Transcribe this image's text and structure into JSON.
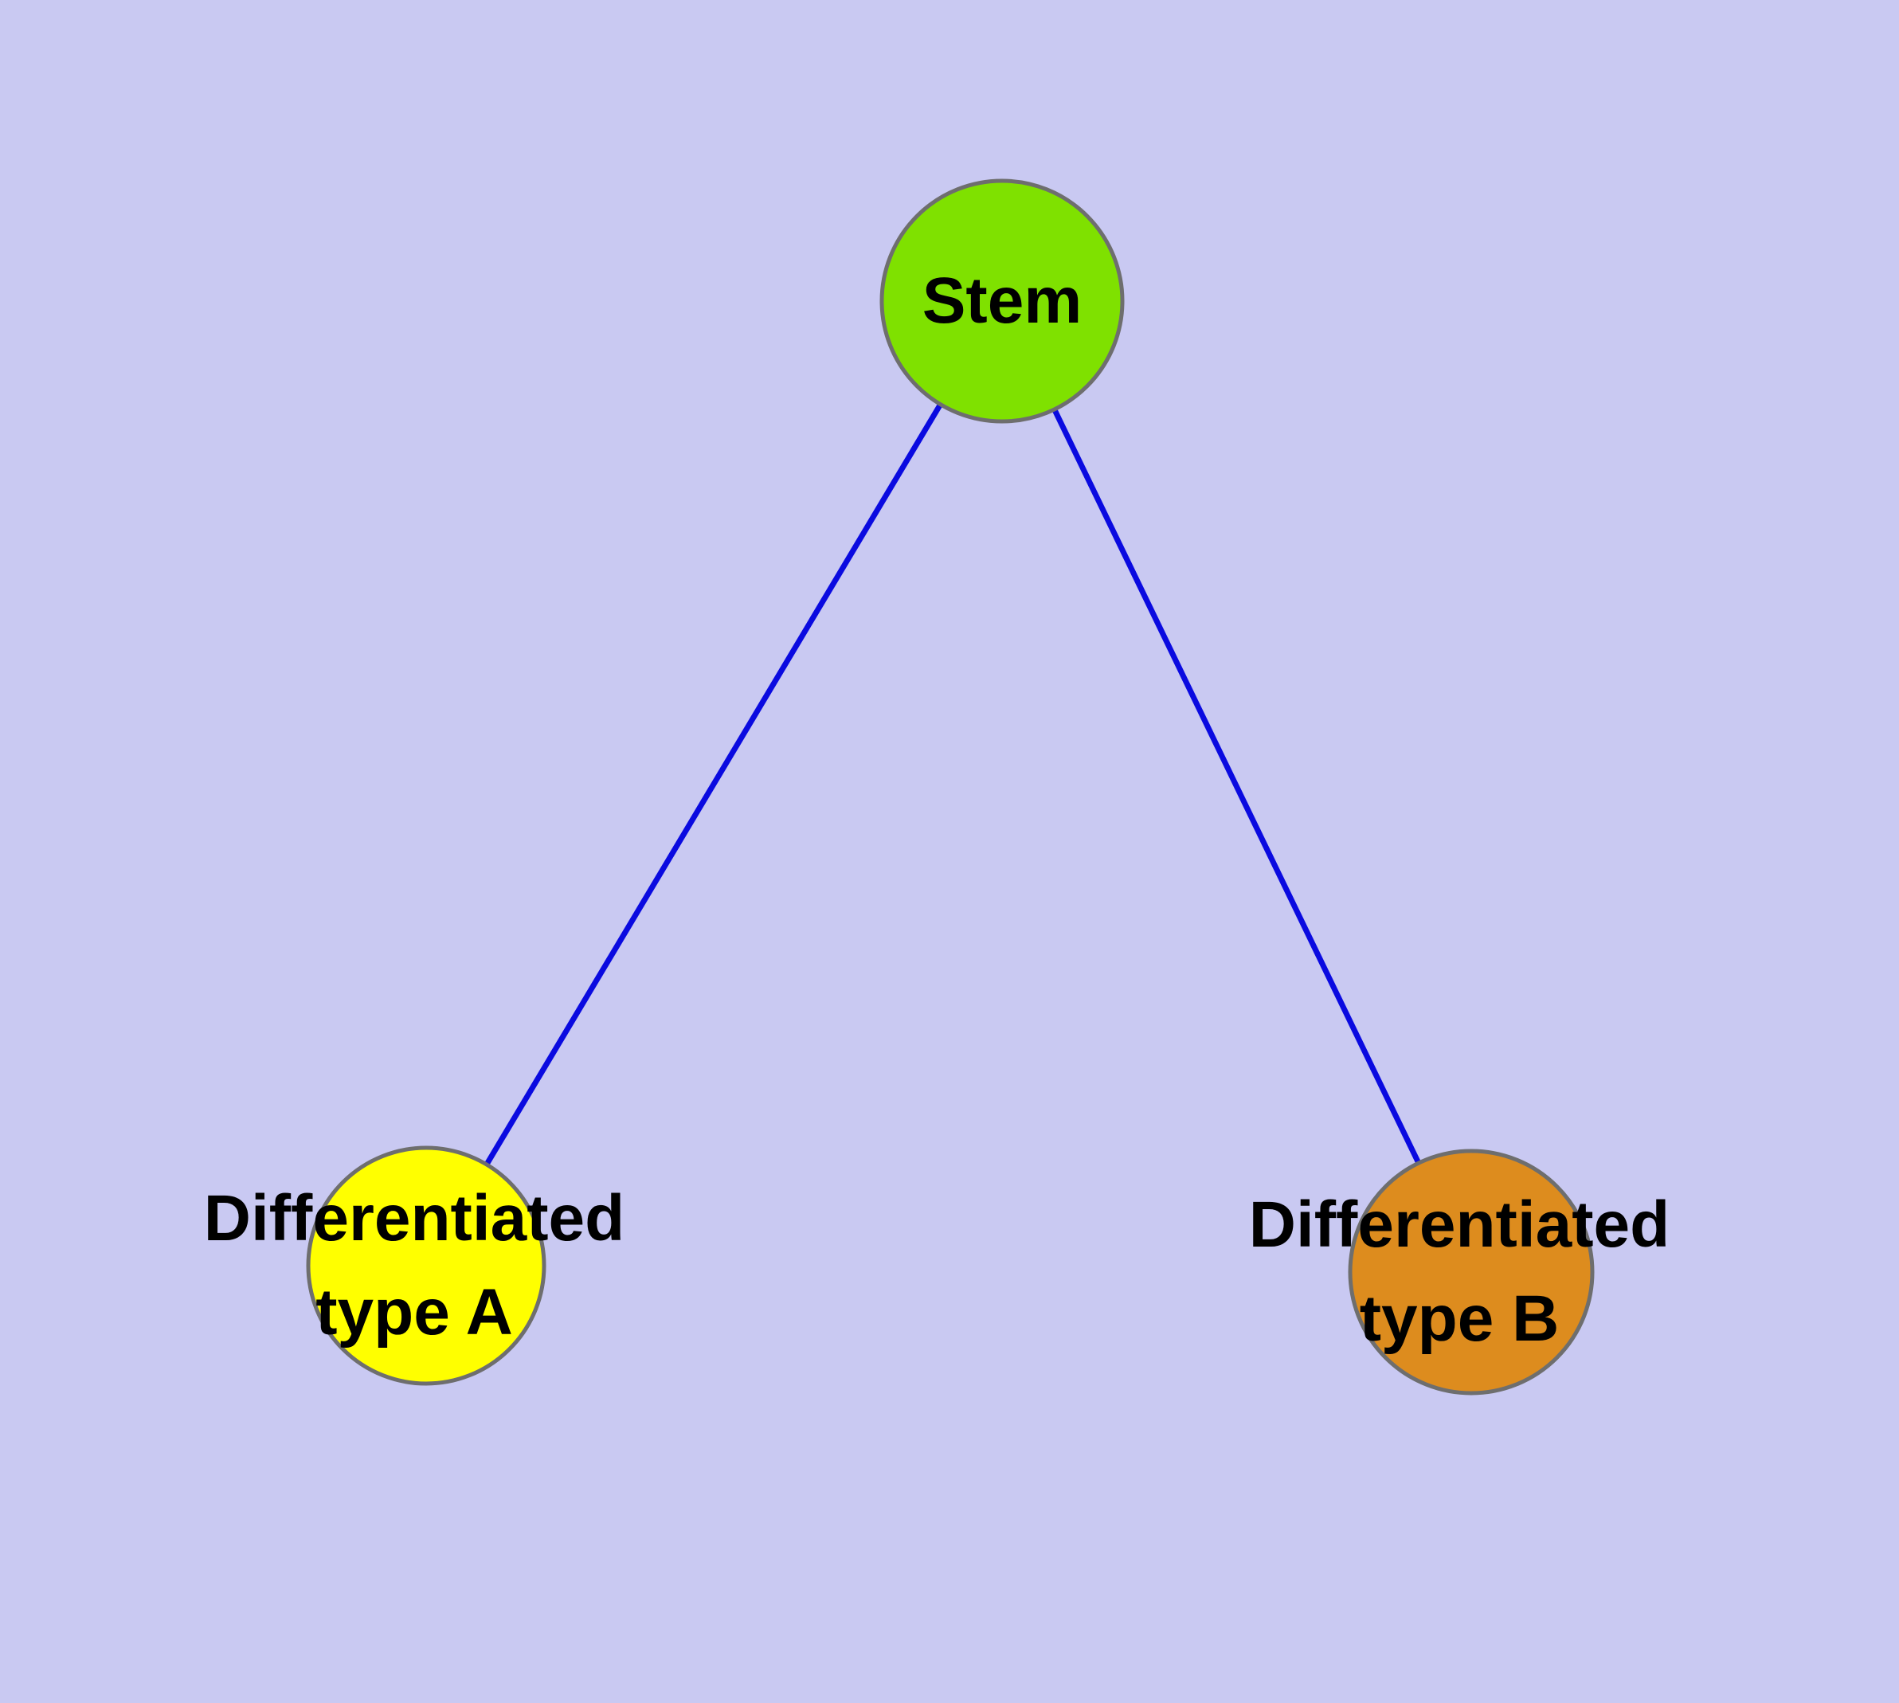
{
  "diagram": {
    "background": "#c9c9f2",
    "edge_color": "#0a0ae0",
    "node_border_color": "#6e6e6e",
    "text_color": "#000000",
    "nodes": [
      {
        "id": "stem",
        "label": [
          "Stem"
        ],
        "fill": "#7fe100"
      },
      {
        "id": "type-a",
        "label": [
          "Differentiated",
          "type A"
        ],
        "fill": "#ffff00"
      },
      {
        "id": "type-b",
        "label": [
          "Differentiated",
          "type B"
        ],
        "fill": "#dd8c1e"
      }
    ],
    "edges": [
      {
        "from": "stem",
        "to": "type-a"
      },
      {
        "from": "stem",
        "to": "type-b"
      }
    ]
  }
}
